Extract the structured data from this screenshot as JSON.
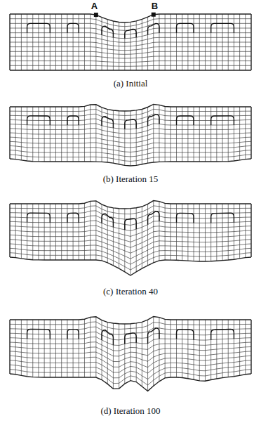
{
  "diagram": {
    "labels": [
      "A",
      "B",
      "(a) Initial",
      "(b) Iteration 15",
      "(c) Iteration 40",
      "(d) Iteration 100"
    ]
  }
}
